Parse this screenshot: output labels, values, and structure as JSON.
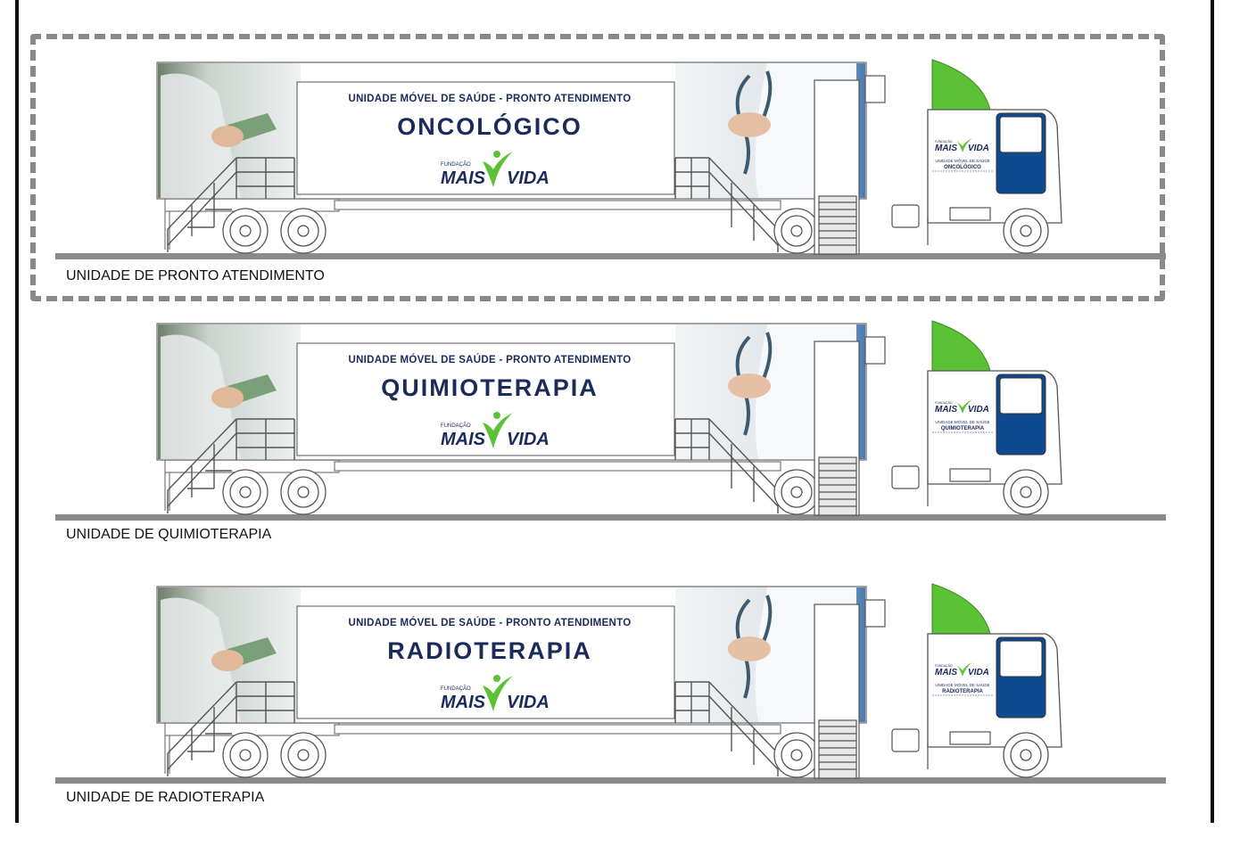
{
  "units": [
    {
      "header": "UNIDADE MÓVEL DE SAÚDE - PRONTO ATENDIMENTO",
      "title": "ONCOLÓGICO",
      "brand_small": "FUNDAÇÃO",
      "brand_left": "MAIS",
      "brand_right": "VIDA",
      "cab_header": "UNIDADE MÓVEL DE SAÚDE",
      "cab_title": "ONCOLÓGICO",
      "caption": "UNIDADE DE PRONTO ATENDIMENTO",
      "highlighted": true
    },
    {
      "header": "UNIDADE MÓVEL DE SAÚDE - PRONTO ATENDIMENTO",
      "title": "QUIMIOTERAPIA",
      "brand_small": "FUNDAÇÃO",
      "brand_left": "MAIS",
      "brand_right": "VIDA",
      "cab_header": "UNIDADE MÓVEL DE SAÚDE",
      "cab_title": "QUIMIOTERAPIA",
      "caption": "UNIDADE DE QUIMIOTERAPIA",
      "highlighted": false
    },
    {
      "header": "UNIDADE MÓVEL DE SAÚDE - PRONTO ATENDIMENTO",
      "title": "RADIOTERAPIA",
      "brand_small": "FUNDAÇÃO",
      "brand_left": "MAIS",
      "brand_right": "VIDA",
      "cab_header": "UNIDADE MÓVEL DE SAÚDE",
      "cab_title": "RADIOTERAPIA",
      "caption": "UNIDADE DE RADIOTERAPIA",
      "highlighted": false
    }
  ],
  "colors": {
    "brand_navy": "#1a2a5a",
    "brand_green": "#5bc236",
    "cab_door_blue": "#0e4a8f",
    "ground_gray": "#8a8a8a",
    "dashed_border": "#8a8a8a"
  }
}
